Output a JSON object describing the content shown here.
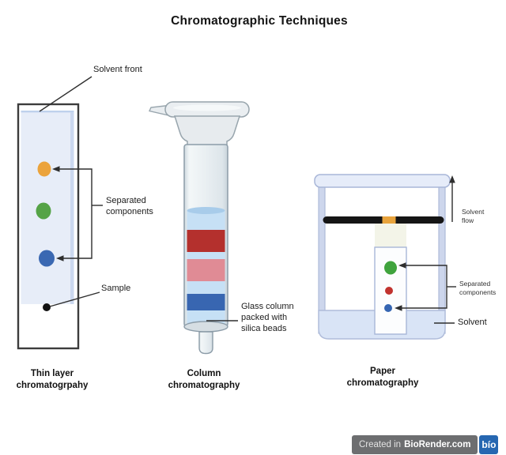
{
  "title": "Chromatographic Techniques",
  "panels": {
    "tlc": {
      "caption": "Thin layer\nchromatogrpahy",
      "labels": {
        "solvent_front": "Solvent front",
        "separated_components": "Separated\ncomponents",
        "sample": "Sample"
      },
      "colors": {
        "plate_fill": "#E7EDF8",
        "solvent_front_line": "#BFD1EC",
        "spot_orange": "#EBA33C",
        "spot_green": "#55A347",
        "spot_blue": "#3A68B2",
        "sample_dot": "#111111"
      }
    },
    "column": {
      "caption": "Column\nchromatography",
      "labels": {
        "glass_column": "Glass column\npacked with\nsilica beads"
      },
      "colors": {
        "liquid": "#C6E0F5",
        "meniscus": "#A8CCEA",
        "band_red": "#B4302D",
        "band_pink": "#E08B95",
        "band_blue": "#3866B1"
      }
    },
    "paper": {
      "caption": "Paper\nchromatography",
      "labels": {
        "solvent_flow": "Solvent\nflow",
        "separated_components": "Separated\ncomponents",
        "solvent": "Solvent"
      },
      "colors": {
        "solvent_fill": "#D9E4F6",
        "rod": "#151515",
        "rod_clip_orange": "#E8A33C",
        "paper_cream": "#F3F4E8",
        "spot_green": "#3FA33D",
        "spot_red": "#C1322E",
        "spot_blue": "#3565B2"
      }
    }
  },
  "watermark": {
    "prefix": "Created in",
    "brand": "BioRender.com",
    "logo": "bío",
    "bar_color": "#6D6E70",
    "logo_color": "#2667B1"
  }
}
